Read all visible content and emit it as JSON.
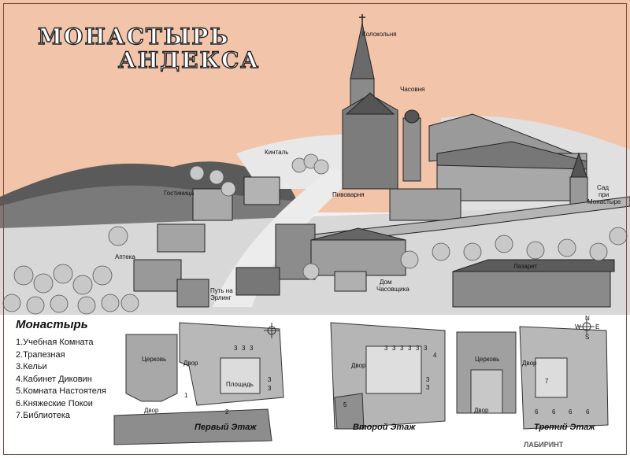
{
  "title": {
    "line1": "МОНАСТЫРЬ",
    "line2": "АНДЕКСА"
  },
  "labels": {
    "bell_tower": "Колокольня",
    "chapel": "Часовня",
    "garden_line1": "Сад",
    "garden_line2": "при",
    "garden_line3": "Монастыре",
    "kintal": "Кинталь",
    "inn": "Гостиница",
    "brewery": "Пивоварня",
    "pharmacy": "Аптека",
    "road_line1": "Путь на",
    "road_line2": "Эрлинг",
    "watchmaker_line1": "Дом",
    "watchmaker_line2": "Часовщика",
    "infirmary": "Лазарет"
  },
  "legend": {
    "title": "Монастырь",
    "items": [
      "1.Учебная Комната",
      "2.Трапезная",
      "3.Кельи",
      "4.Кабинет Диковин",
      "5.Комната Настоятеля",
      "6.Княжеские Покои",
      "7.Библиотека"
    ]
  },
  "floors": [
    {
      "caption": "Первый Этаж",
      "rooms": {
        "church": "Церковь",
        "yard_top": "Двор",
        "yard_bottom": "Двор",
        "square": "Площадь",
        "n1": "1",
        "n2": "2",
        "n3a": "3",
        "n3b": "3",
        "n3c": "3",
        "n3d": "3",
        "n3e": "3"
      }
    },
    {
      "caption": "Второй Этаж",
      "rooms": {
        "yard": "Двор",
        "n3a": "3",
        "n3b": "3",
        "n3c": "3",
        "n3d": "3",
        "n3e": "3",
        "n3f": "3",
        "n4": "4",
        "n5": "5",
        "n3g": "3",
        "n3h": "3"
      }
    },
    {
      "caption": "Третий Этаж",
      "rooms": {
        "church": "Церковь",
        "yard_top": "Двор",
        "yard_bottom": "Двор",
        "n7": "7",
        "n6a": "6",
        "n6b": "6",
        "n6c": "6",
        "n6d": "6"
      }
    }
  ],
  "compass": {
    "n": "N",
    "s": "S",
    "w": "W",
    "e": "E"
  },
  "watermark": "ЛАБИРИНТ",
  "colors": {
    "sky": "#f2c4aa",
    "hills": "#555555",
    "frame": "#7a4a3a"
  }
}
